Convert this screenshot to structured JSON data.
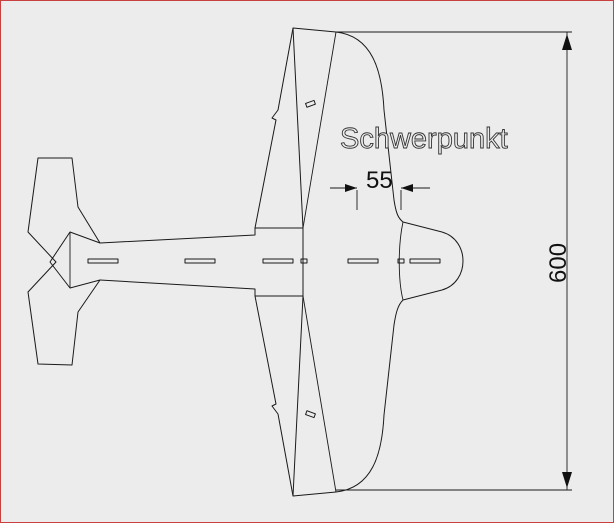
{
  "labels": {
    "cg_label": "Schwerpunkt",
    "cg_offset": "55",
    "span": "600"
  }
}
